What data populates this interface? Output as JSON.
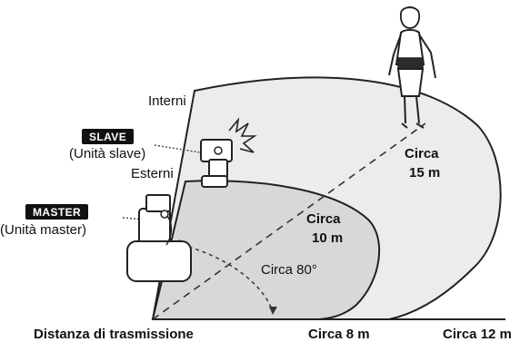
{
  "labels": {
    "interni": "Interni",
    "esterni": "Esterni",
    "slave_badge": "SLAVE",
    "slave_caption": "(Unità slave)",
    "master_badge": "MASTER",
    "master_caption": "(Unità master)",
    "angle": "Circa 80°",
    "distance_axis": "Distanza di trasmissione",
    "near_line1": "Circa",
    "near_line2": "10 m",
    "far_line1": "Circa",
    "far_line2": "15 m",
    "tick_8": "Circa 8 m",
    "tick_12": "Circa 12 m"
  },
  "colors": {
    "outer_zone": "#ececec",
    "inner_zone": "#d8d8d8",
    "line": "#111111"
  }
}
